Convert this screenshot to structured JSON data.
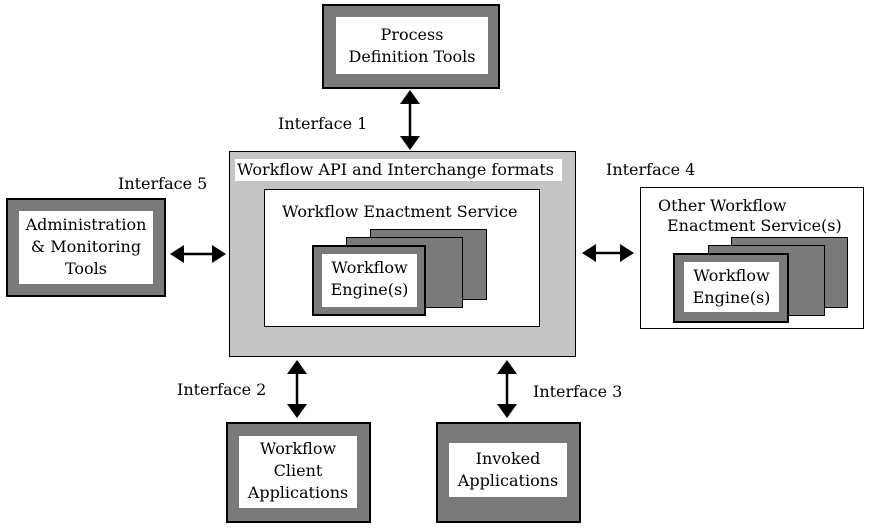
{
  "process_definition_tools": {
    "line1": "Process",
    "line2": "Definition Tools"
  },
  "interface_labels": {
    "i1": "Interface 1",
    "i2": "Interface 2",
    "i3": "Interface 3",
    "i4": "Interface 4",
    "i5": "Interface 5"
  },
  "central": {
    "api_title": "Workflow API and Interchange formats",
    "enactment_title": "Workflow Enactment Service",
    "engine_line1": "Workflow",
    "engine_line2": "Engine(s)"
  },
  "admin_tools": {
    "line1": "Administration",
    "line2": "& Monitoring",
    "line3": "Tools"
  },
  "other_service": {
    "title_line1": "Other Workflow",
    "title_line2": "Enactment Service(s)",
    "engine_line1": "Workflow",
    "engine_line2": "Engine(s)"
  },
  "client_apps": {
    "line1": "Workflow",
    "line2": "Client",
    "line3": "Applications"
  },
  "invoked_apps": {
    "line1": "Invoked",
    "line2": "Applications"
  }
}
